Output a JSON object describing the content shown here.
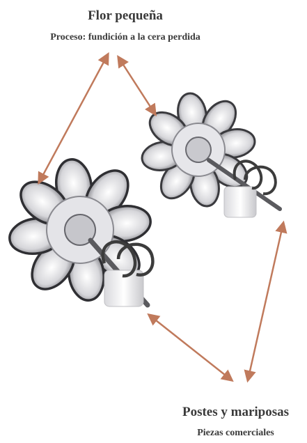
{
  "labels": {
    "top_title": "Flor pequeña",
    "top_subtitle": "Proceso: fundición a la cera perdida",
    "bottom_title": "Postes y mariposas",
    "bottom_subtitle": "Piezas comerciales"
  },
  "colors": {
    "arrow": "#c07a5c",
    "text": "#3a3a3a",
    "metal_dark": "#3c3c3c",
    "metal_light": "#e8e8ea",
    "metal_mid": "#b0b0b4"
  },
  "icons": [
    "flower-earring-left",
    "flower-earring-right",
    "earring-back-left",
    "earring-back-right"
  ]
}
